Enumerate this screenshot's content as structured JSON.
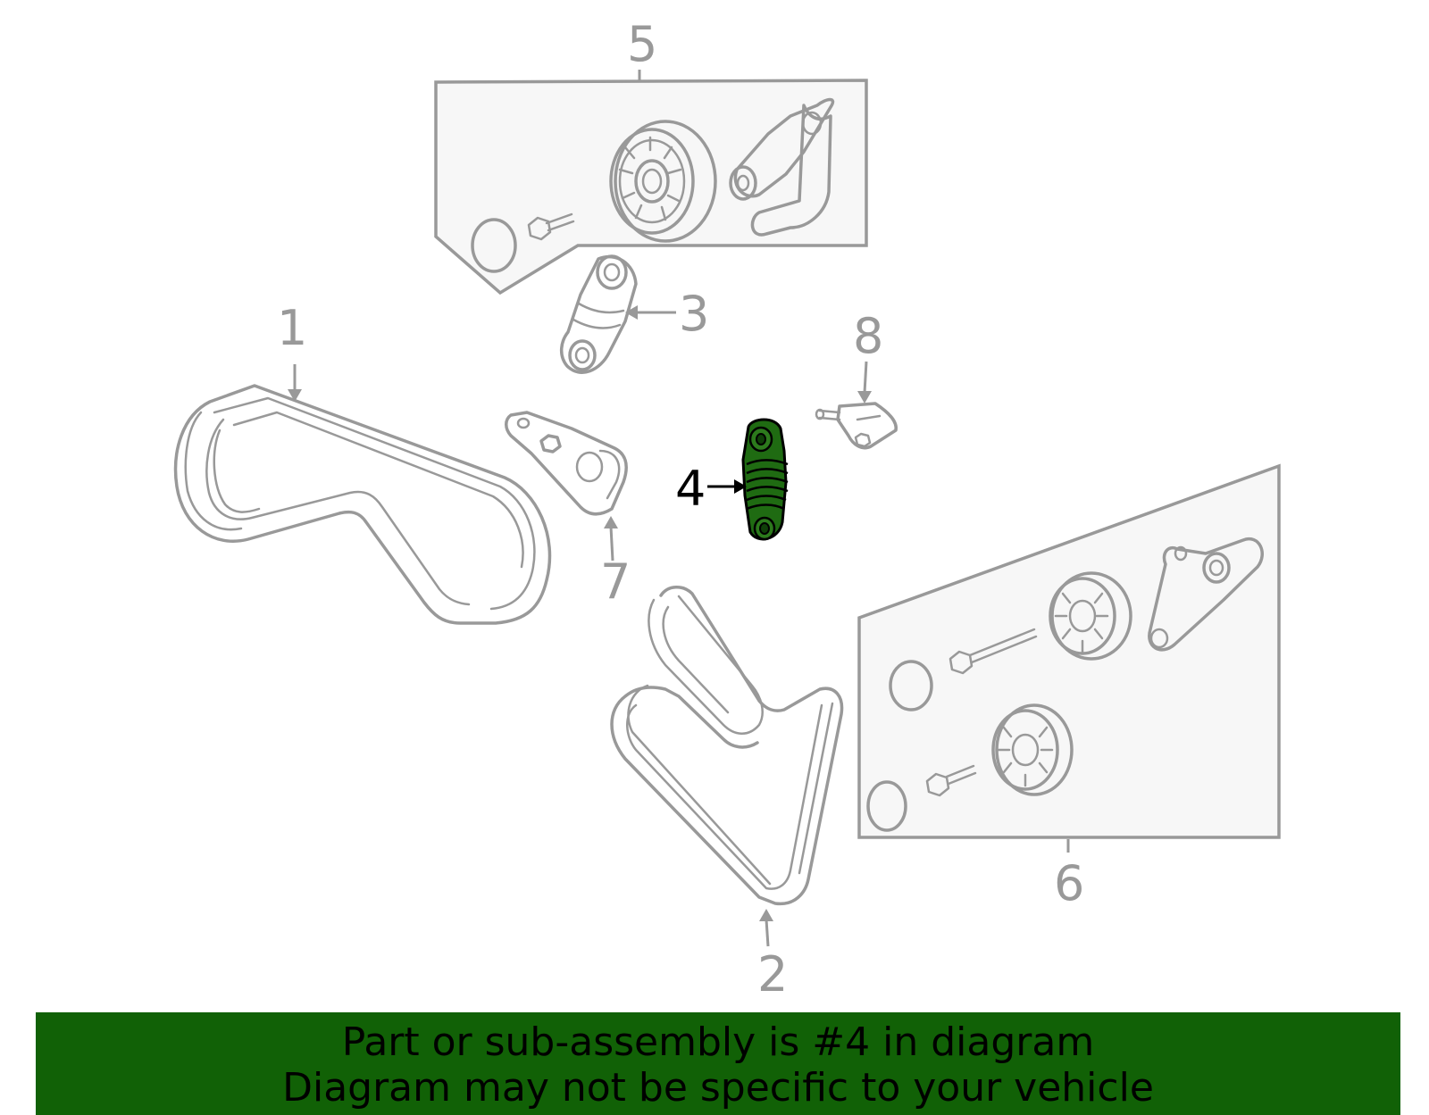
{
  "callouts": {
    "c1": "1",
    "c2": "2",
    "c3": "3",
    "c4": "4",
    "c5": "5",
    "c6": "6",
    "c7": "7",
    "c8": "8"
  },
  "banner": {
    "line1": "Part or sub-assembly is #4 in diagram",
    "line2": "Diagram may not be specific to your vehicle"
  },
  "colors": {
    "highlight_part": "#1f6b12",
    "banner_bg": "#116106",
    "line_gray": "#999999"
  }
}
